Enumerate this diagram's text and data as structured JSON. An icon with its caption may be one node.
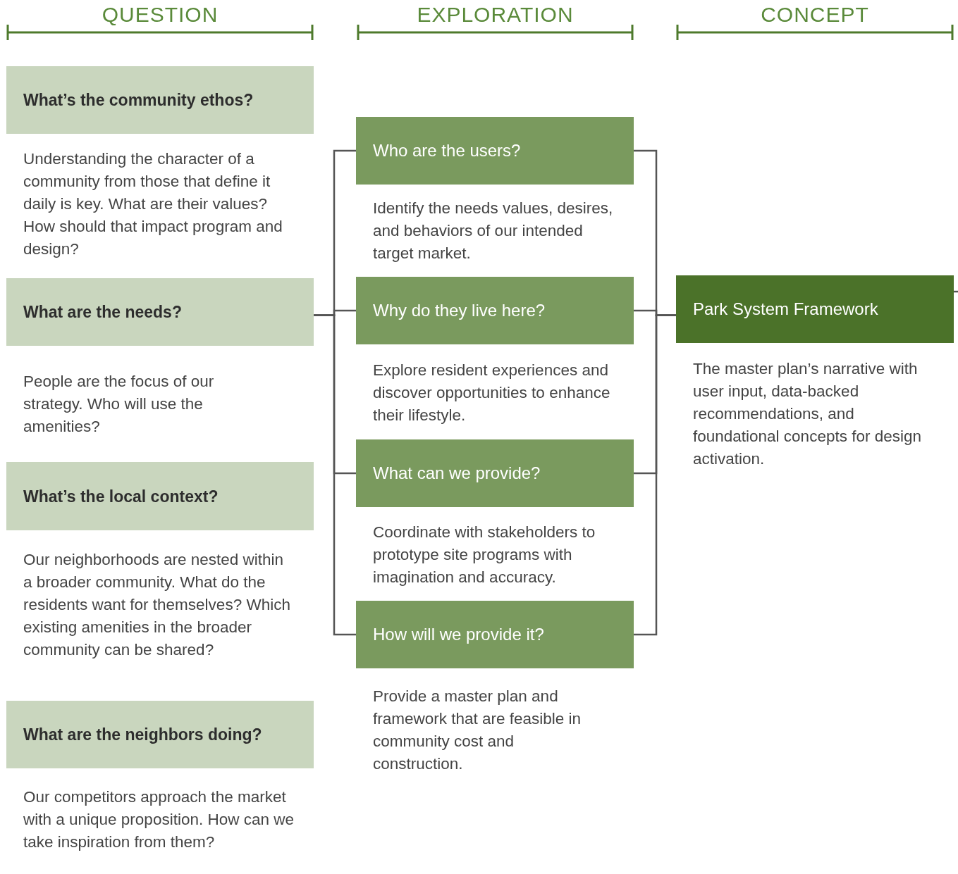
{
  "diagram": {
    "nodes": [
      {
        "text": [
          "What’s the community ethos?"
        ],
        "beside": [
          "Understanding the character of a community from those that define it daily is key. What are their values? How should that impact program and design?"
        ]
      },
      {
        "text": [
          "What are the needs?"
        ],
        "beside": [
          "People are the focus of our strategy. Who will use the amenities?"
        ]
      },
      {
        "text": [
          "What’s the local context?"
        ],
        "beside": [
          "Our neighborhoods are nested within a broader community. What do the residents want for themselves? Which existing amenities in the broader community can be shared?"
        ]
      },
      {
        "text": [
          "What are the neighbors doing?"
        ],
        "beside": [
          "Our competitors approach the market with a unique proposition. How can we take inspiration from them?"
        ]
      },
      {
        "text": [
          "Who are the users?"
        ],
        "beside": [
          "Identify the needs values, desires, and behaviors of our intended target market."
        ]
      },
      {
        "text": [
          "Why do they live here?"
        ],
        "beside": [
          "Explore resident experiences and discover opportunities to enhance their lifestyle."
        ]
      },
      {
        "text": [
          "What can we provide?"
        ],
        "beside": [
          "Coordinate with stakeholders to prototype site programs with imagination and accuracy."
        ]
      },
      {
        "text": [
          "How will we provide it?"
        ],
        "beside": [
          "Provide a master plan and framework that are feasible in community cost and construction."
        ]
      },
      {
        "text": [
          "Park System Framework"
        ],
        "beside": [
          "The master plan’s narrative with user input, data-backed recommendations, and foundational concepts for design activation."
        ]
      }
    ],
    "edges": [
      {
        "from": 1,
        "to": 4,
        "arrow": "none"
      },
      {
        "from": 1,
        "to": 5,
        "arrow": "none"
      },
      {
        "from": 1,
        "to": 6,
        "arrow": "none"
      },
      {
        "from": 1,
        "to": 7,
        "arrow": "none"
      },
      {
        "from": 4,
        "to": 8,
        "arrow": "none"
      },
      {
        "from": 5,
        "to": 8,
        "arrow": "none"
      },
      {
        "from": 6,
        "to": 8,
        "arrow": "none"
      },
      {
        "from": 7,
        "to": 8,
        "arrow": "none"
      },
      {
        "from": 8,
        "to": null,
        "arrow": "none"
      }
    ],
    "labels": [
      "QUESTION",
      "EXPLORATION",
      "CONCEPT"
    ]
  }
}
